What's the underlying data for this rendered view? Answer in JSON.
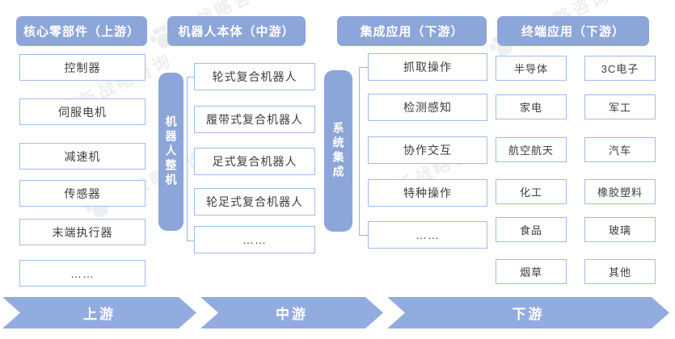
{
  "watermark": {
    "text": "新战略咨询"
  },
  "columns": [
    {
      "header": "核心零部件（上游）",
      "items": [
        "控制器",
        "伺服电机",
        "减速机",
        "传感器",
        "末端执行器",
        "……"
      ]
    },
    {
      "header": "机器人本体（中游）",
      "side_label": "机器人整机",
      "items": [
        "轮式复合机器人",
        "履带式复合机器人",
        "足式复合机器人",
        "轮足式复合机器人",
        "……"
      ]
    },
    {
      "header": "集成应用（下游）",
      "side_label": "系统集成",
      "items": [
        "抓取操作",
        "检测感知",
        "协作交互",
        "特种操作",
        "……"
      ]
    },
    {
      "header": "终端应用（下游）",
      "items_left": [
        "半导体",
        "家电",
        "航空航天",
        "化工",
        "食品",
        "烟草"
      ],
      "items_right": [
        "3C电子",
        "军工",
        "汽车",
        "橡胶塑料",
        "玻璃",
        "其他"
      ]
    }
  ],
  "stages": [
    "上游",
    "中游",
    "下游"
  ],
  "colors": {
    "header_bg": "#8da6d9",
    "bar_bg": "#8da6d9",
    "arrow_bg": "#93acdf",
    "box_border": "#a4bbe0",
    "box_text": "#3d3d3d",
    "header_text": "#ffffff"
  }
}
